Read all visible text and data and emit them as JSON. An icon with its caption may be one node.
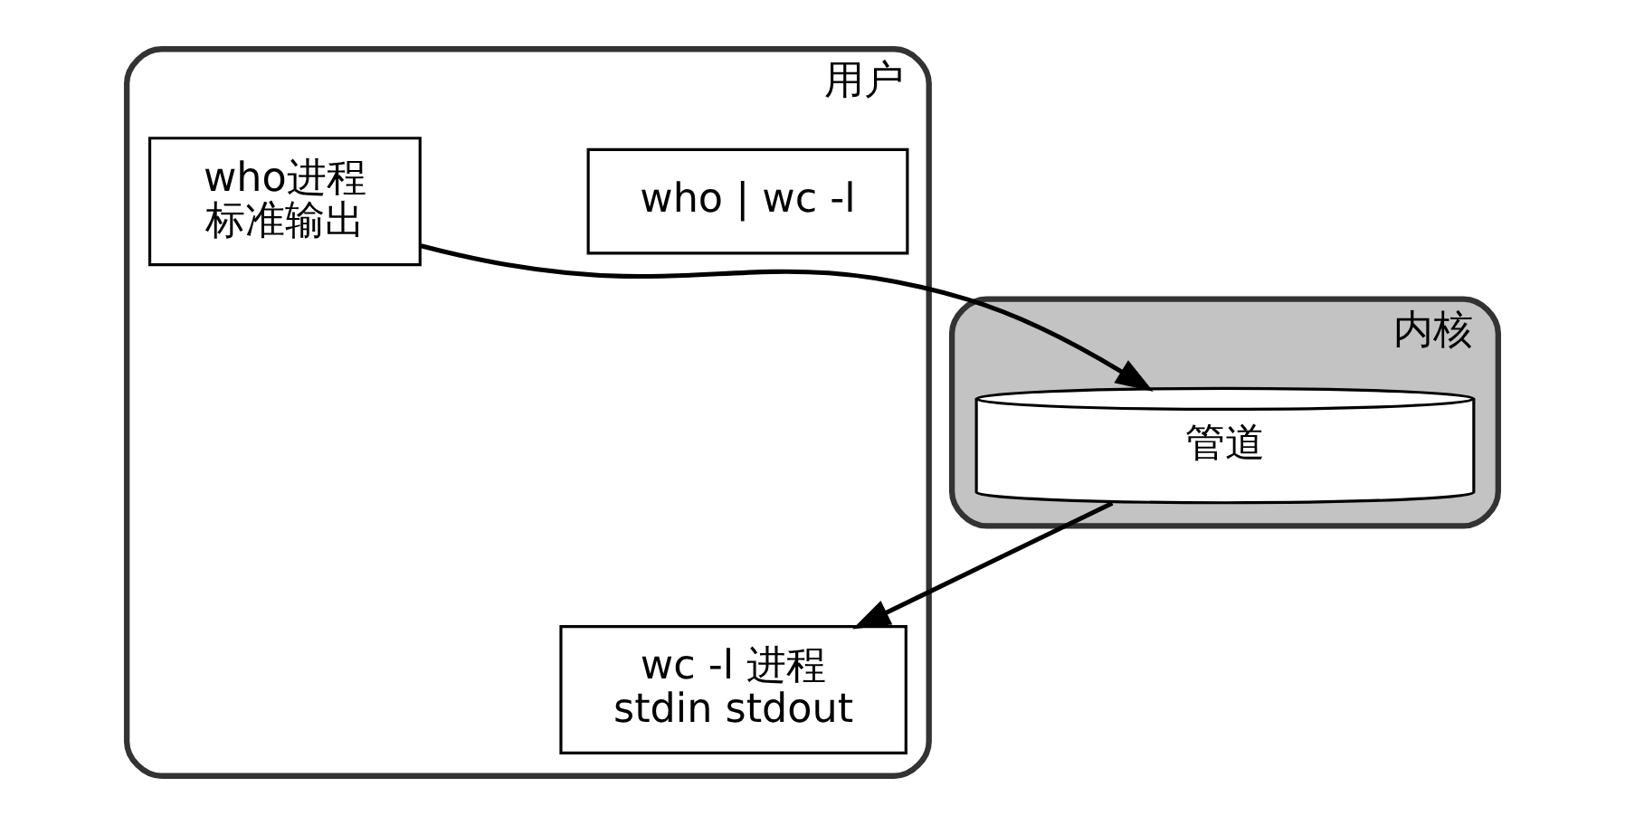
{
  "diagram": {
    "nodes": [
      {
        "text": [
          "用户"
        ]
      },
      {
        "text": [
          "who | wc -l"
        ],
        "in": 0
      },
      {
        "text": [
          "who进程",
          "标准输出"
        ],
        "in": 0
      },
      {
        "text": [
          "wc -l 进程",
          "stdin stdout"
        ],
        "in": 0
      },
      {
        "text": [
          "内核"
        ]
      },
      {
        "text": [
          "管道"
        ],
        "in": 4
      }
    ],
    "edges": [
      {
        "from": 2,
        "to": 5,
        "arrow": "to"
      },
      {
        "from": 5,
        "to": 3,
        "arrow": "to"
      }
    ]
  }
}
